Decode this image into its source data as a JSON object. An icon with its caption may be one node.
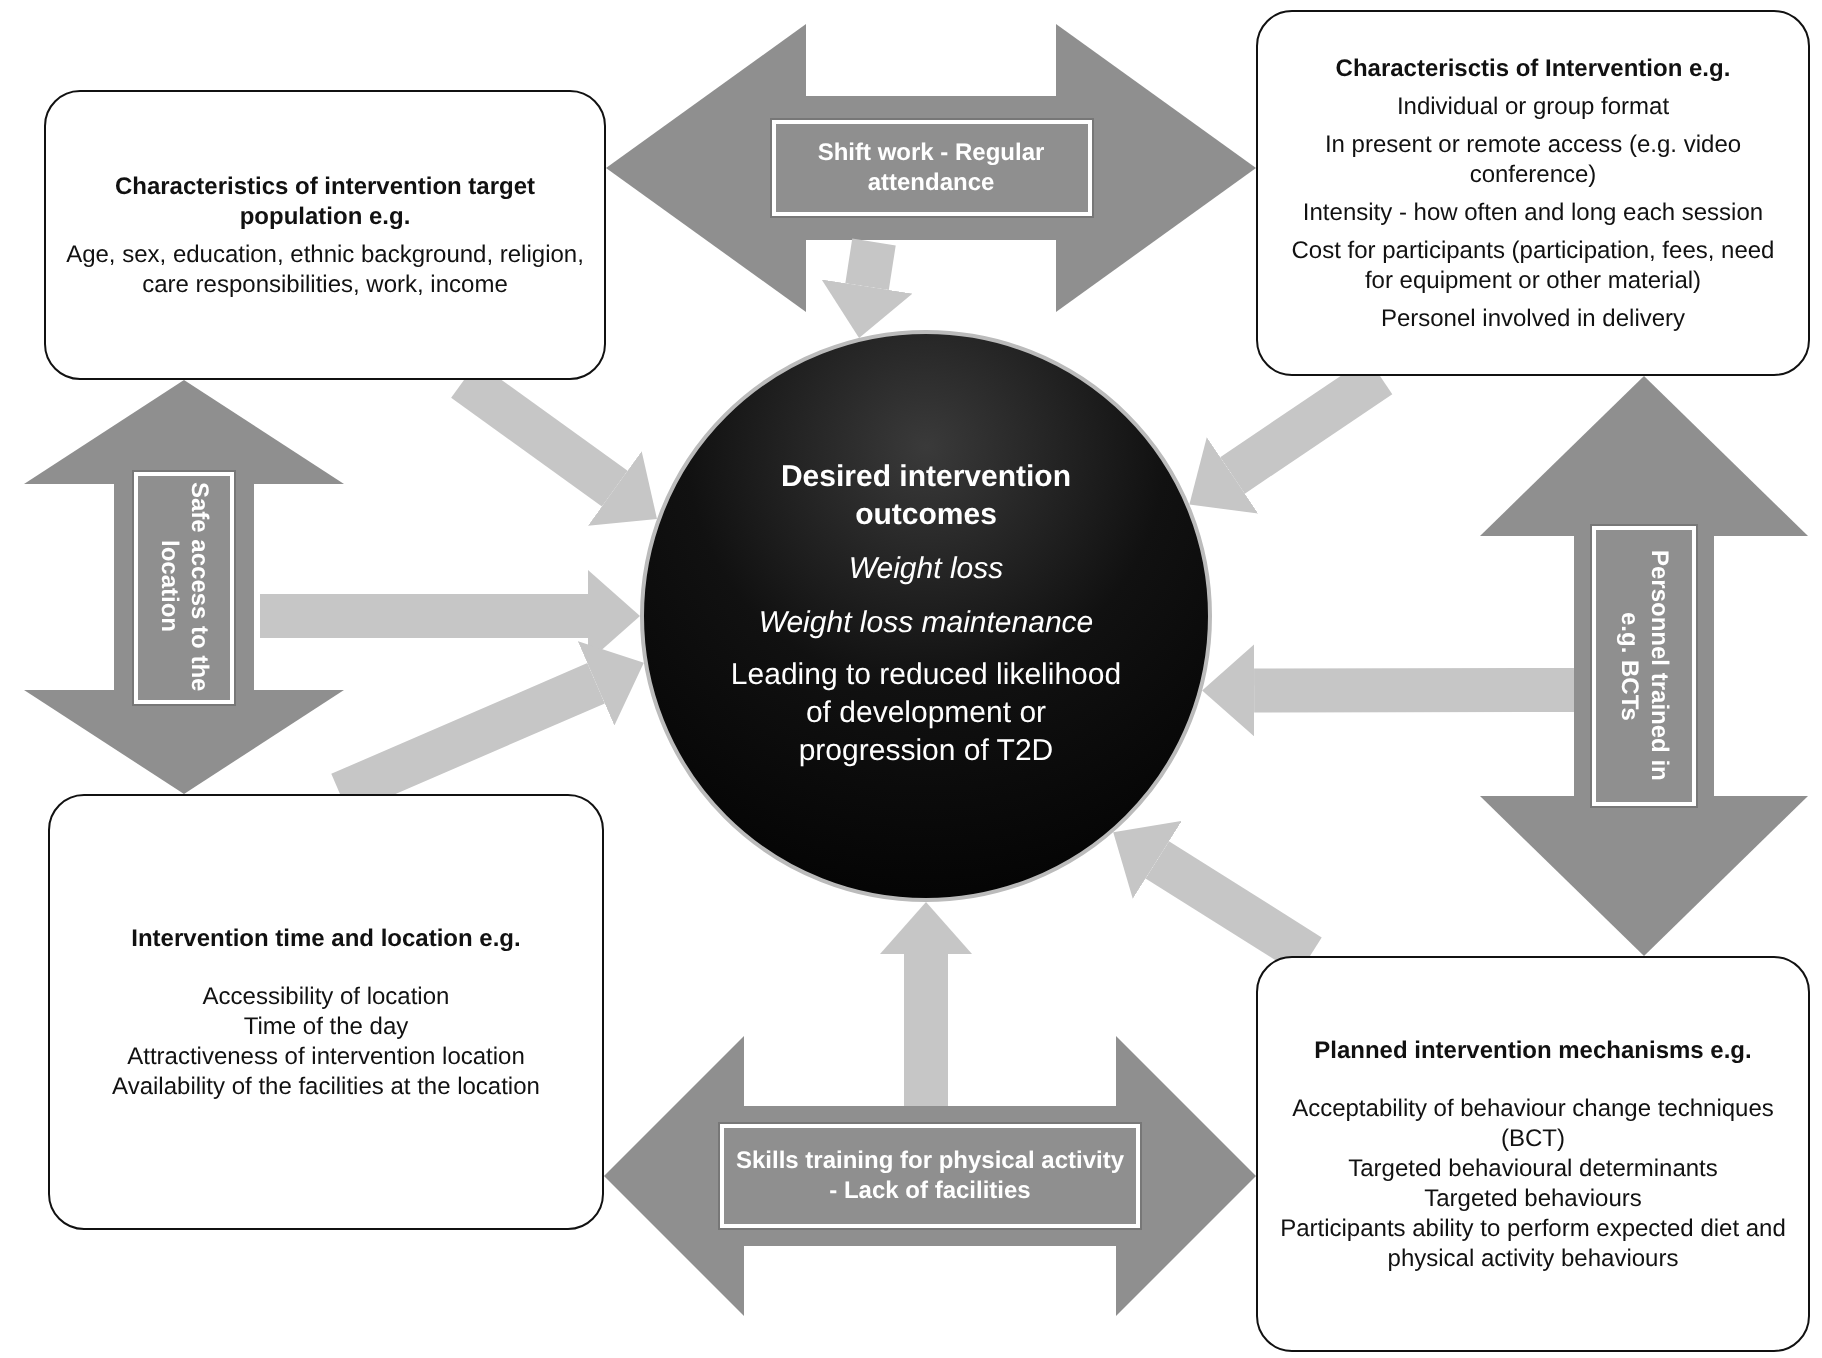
{
  "diagram": {
    "nodes": [
      {
        "text": [
          "Characteristics of intervention target population e.g.",
          "Age, sex, education, ethnic background, religion, care responsibilities, work, income"
        ]
      },
      {
        "text": [
          "Characterisctis of Intervention e.g.",
          "Individual or group format",
          "In present or remote access (e.g. video conference)",
          "Intensity - how often and long each session",
          "Cost for participants (participation, fees, need for equipment or other material)",
          "Personel involved in delivery"
        ]
      },
      {
        "text": [
          "Desired intervention outcomes",
          "Weight loss",
          "Weight loss maintenance",
          "Leading to reduced likelihood of development or progression of T2D"
        ]
      },
      {
        "text": [
          "Intervention time and location e.g.",
          "Accessibility of location",
          "Time of the day",
          "Attractiveness of intervention location",
          "Availability of the facilities at the location"
        ]
      },
      {
        "text": [
          "Planned intervention mechanisms e.g.",
          "Acceptability of behaviour change techniques (BCT)",
          "Targeted behavioural determinants",
          "Targeted behaviours",
          "Participants ability to perform expected diet and physical activity behaviours"
        ]
      }
    ],
    "edges": [
      {
        "from": 0,
        "to": 1,
        "arrow": "both",
        "label": "Shift work - Regular attendance",
        "style": "thick",
        "color": "#8f8f8f"
      },
      {
        "from": 0,
        "to": 3,
        "arrow": "both",
        "label": "Safe access to the location",
        "style": "thick",
        "color": "#8f8f8f"
      },
      {
        "from": 1,
        "to": 4,
        "arrow": "both",
        "label": "Personnel trained in e.g. BCTs",
        "style": "thick",
        "color": "#8f8f8f"
      },
      {
        "from": 3,
        "to": 4,
        "arrow": "both",
        "label": "Skills training for physical activity - Lack of facilities",
        "style": "thick",
        "color": "#8f8f8f"
      },
      {
        "from": 0,
        "to": 2,
        "arrow": "to"
      },
      {
        "from": null,
        "to": 2,
        "arrow": "to"
      },
      {
        "from": 3,
        "to": 2,
        "arrow": "to"
      },
      {
        "from": null,
        "to": 2,
        "arrow": "to"
      },
      {
        "from": 1,
        "to": 2,
        "arrow": "to"
      },
      {
        "from": null,
        "to": 2,
        "arrow": "to"
      },
      {
        "from": 4,
        "to": 2,
        "arrow": "to"
      },
      {
        "from": null,
        "to": 2,
        "arrow": "to"
      }
    ]
  }
}
